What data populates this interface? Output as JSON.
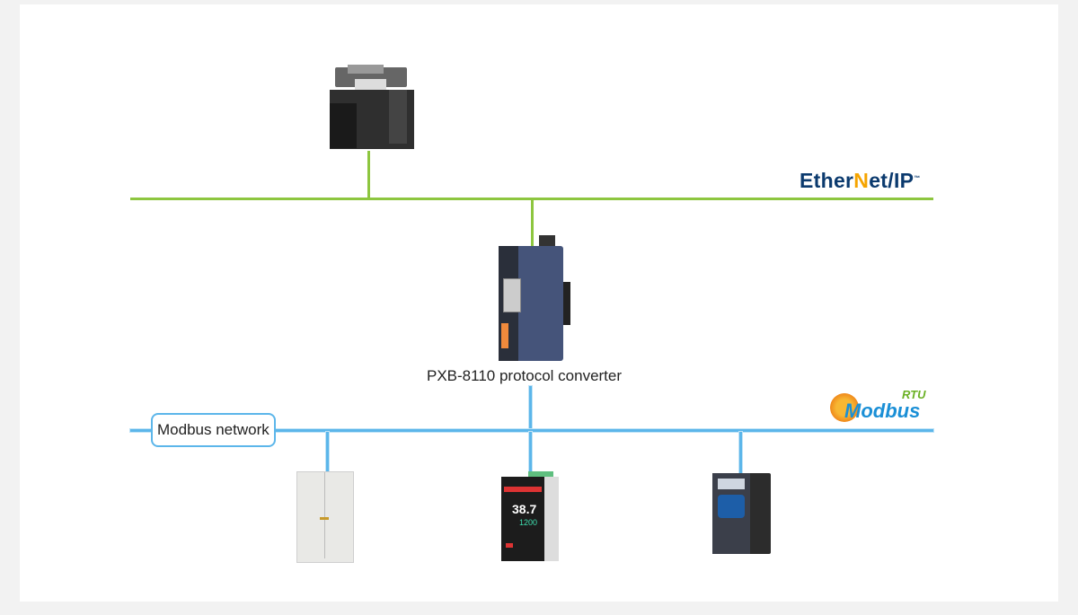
{
  "ethernet_logo": {
    "text_left": "Ether",
    "text_n": "N",
    "text_right": "et/IP",
    "tm": "™",
    "colors": {
      "text": "#0b3a6e",
      "accent": "#f5a400"
    }
  },
  "modbus_logo": {
    "text": "Modbus",
    "suffix": "RTU",
    "colors": {
      "text": "#1a8fd6",
      "suffix": "#6ab023",
      "icon": "#f39c12"
    }
  },
  "converter": {
    "label": "PXB-8110 protocol converter"
  },
  "modbus_network": {
    "label": "Modbus network"
  },
  "controller_display": {
    "primary": "38.7",
    "secondary": "1200"
  },
  "colors": {
    "ethernet_line": "#8dc63f",
    "modbus_line": "#5cb6ea",
    "background": "#f2f2f2"
  }
}
